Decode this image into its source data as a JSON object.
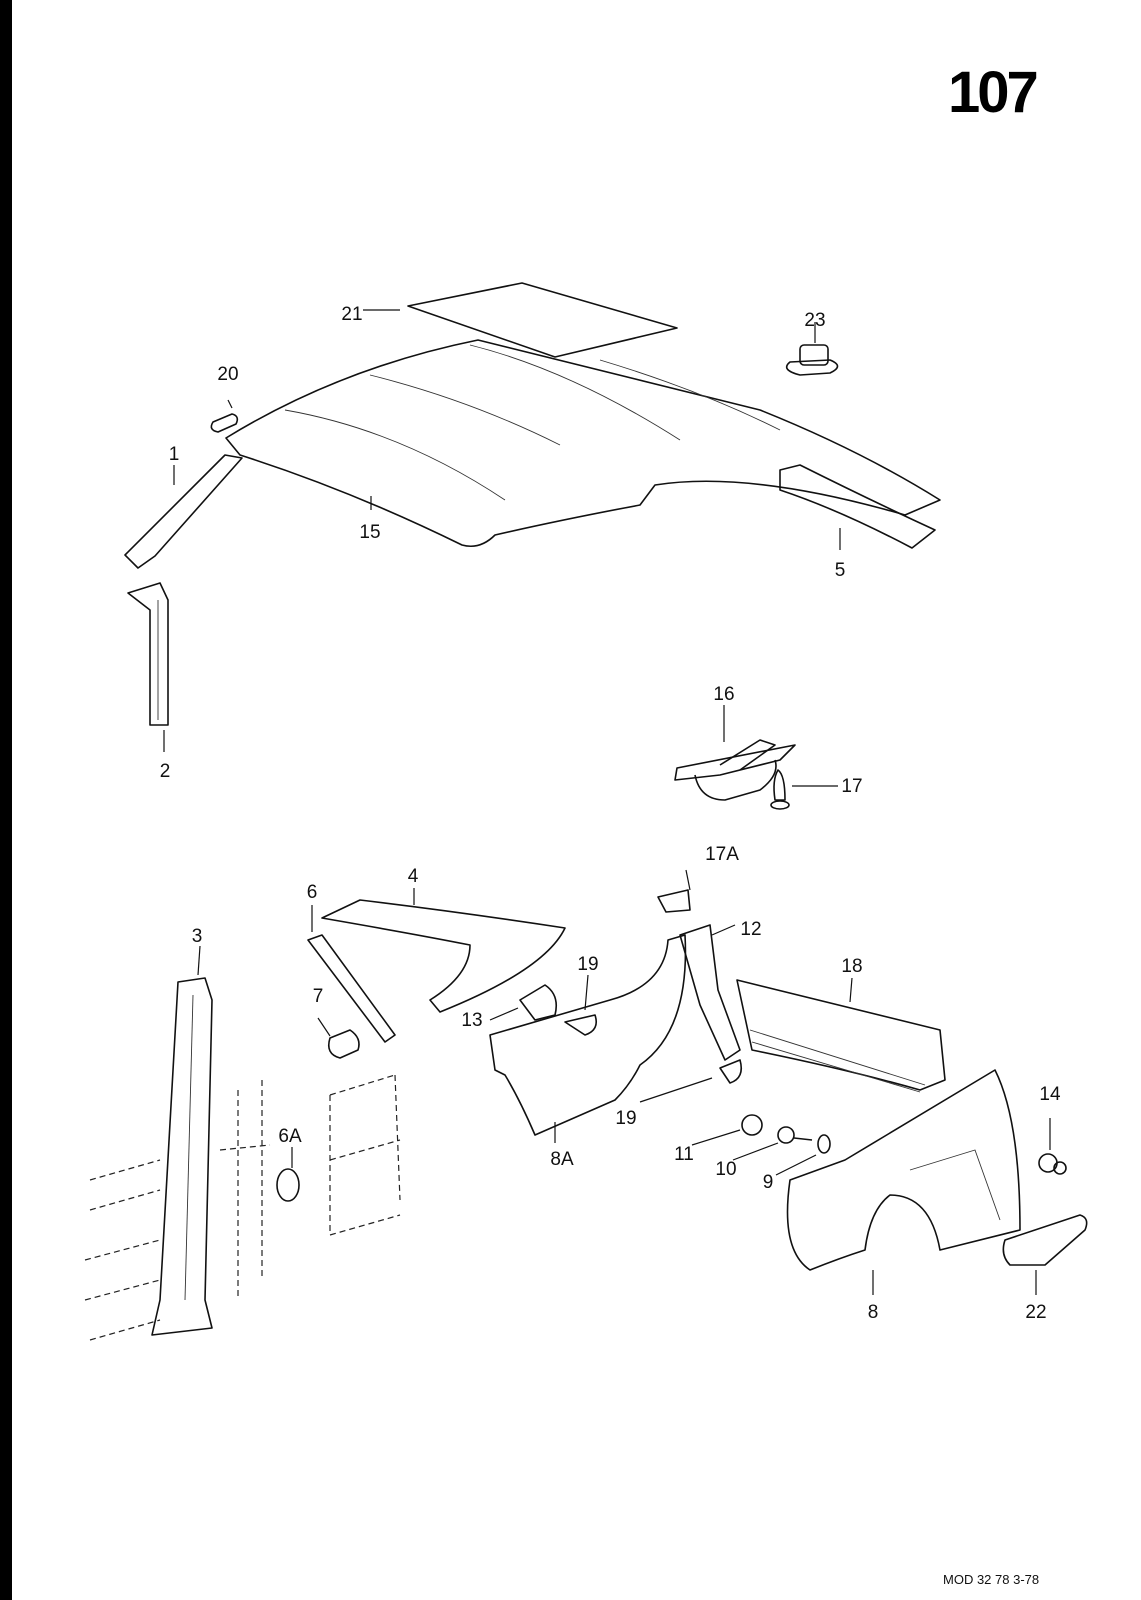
{
  "page_number": "107",
  "footer": "MOD 32 78  3-78",
  "callouts": [
    "21",
    "23",
    "20",
    "1",
    "15",
    "5",
    "2",
    "16",
    "17",
    "17A",
    "4",
    "6",
    "3",
    "12",
    "18",
    "19",
    "7",
    "13",
    "19",
    "14",
    "6A",
    "11",
    "10",
    "9",
    "8A",
    "8",
    "22"
  ],
  "colors": {
    "ink": "#111111",
    "paper": "#ffffff",
    "binding_edge": "#000000"
  }
}
